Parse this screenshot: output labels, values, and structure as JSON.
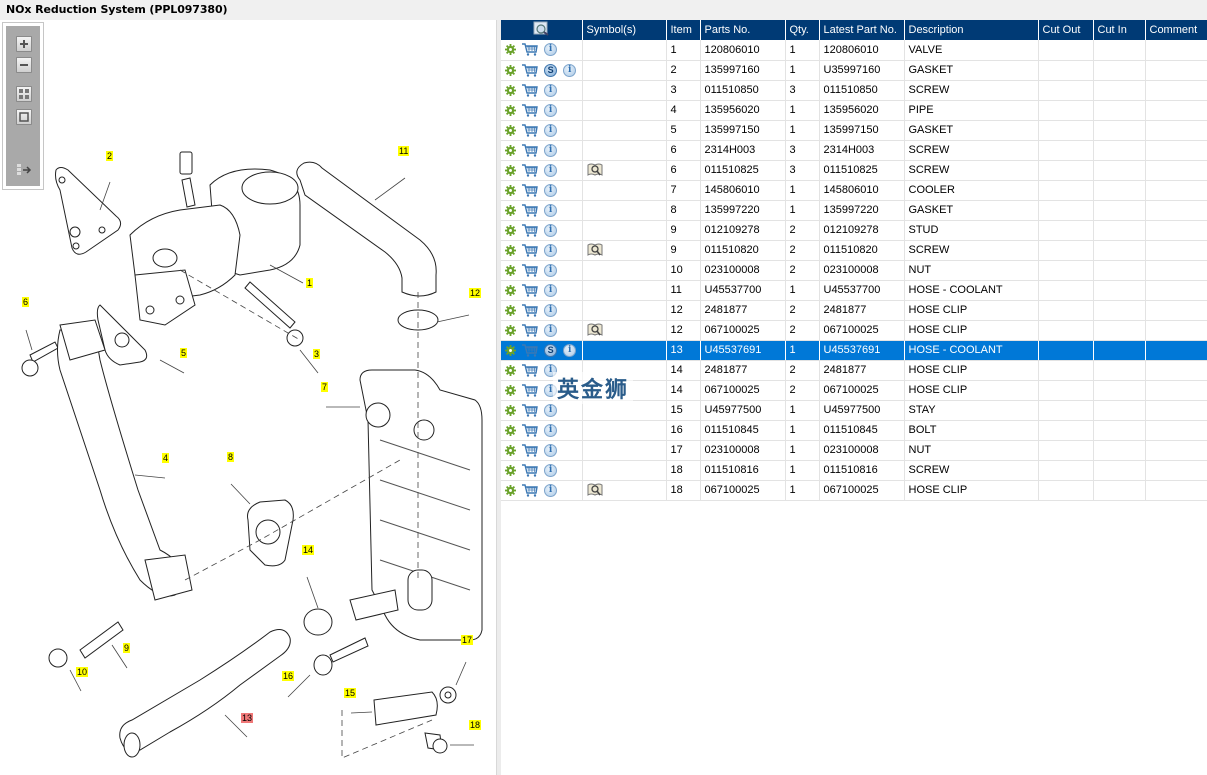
{
  "window": {
    "title": "NOx Reduction System (PPL097380)"
  },
  "toolbar": {
    "buttons": [
      {
        "name": "zoom-in-button",
        "icon": "plus-icon"
      },
      {
        "name": "zoom-out-button",
        "icon": "minus-icon"
      },
      {
        "name": "fit-all-button",
        "icon": "grid-icon"
      },
      {
        "name": "actual-size-button",
        "icon": "square-icon"
      },
      {
        "name": "export-button",
        "icon": "list-arrow-icon"
      }
    ]
  },
  "diagram": {
    "callouts": [
      {
        "label": "1",
        "selected": false
      },
      {
        "label": "2",
        "selected": false
      },
      {
        "label": "3",
        "selected": false
      },
      {
        "label": "4",
        "selected": false
      },
      {
        "label": "5",
        "selected": false
      },
      {
        "label": "6",
        "selected": false
      },
      {
        "label": "7",
        "selected": false
      },
      {
        "label": "8",
        "selected": false
      },
      {
        "label": "9",
        "selected": false
      },
      {
        "label": "10",
        "selected": false
      },
      {
        "label": "11",
        "selected": false
      },
      {
        "label": "12",
        "selected": false
      },
      {
        "label": "13",
        "selected": true
      },
      {
        "label": "14",
        "selected": false
      },
      {
        "label": "15",
        "selected": false
      },
      {
        "label": "16",
        "selected": false
      },
      {
        "label": "17",
        "selected": false
      },
      {
        "label": "18",
        "selected": false
      }
    ]
  },
  "table": {
    "header_icon": "search-view-icon",
    "columns": [
      "Symbol(s)",
      "Item",
      "Parts No.",
      "Qty.",
      "Latest Part No.",
      "Description",
      "Cut Out",
      "Cut In",
      "Comment"
    ],
    "rows": [
      {
        "s": false,
        "symbol": false,
        "item": "1",
        "part": "120806010",
        "qty": "1",
        "latest": "120806010",
        "desc": "VALVE",
        "cutout": "",
        "cutin": "",
        "comment": ""
      },
      {
        "s": true,
        "symbol": false,
        "item": "2",
        "part": "135997160",
        "qty": "1",
        "latest": "U35997160",
        "desc": "GASKET",
        "cutout": "",
        "cutin": "",
        "comment": ""
      },
      {
        "s": false,
        "symbol": false,
        "item": "3",
        "part": "011510850",
        "qty": "3",
        "latest": "011510850",
        "desc": "SCREW",
        "cutout": "",
        "cutin": "",
        "comment": ""
      },
      {
        "s": false,
        "symbol": false,
        "item": "4",
        "part": "135956020",
        "qty": "1",
        "latest": "135956020",
        "desc": "PIPE",
        "cutout": "",
        "cutin": "",
        "comment": ""
      },
      {
        "s": false,
        "symbol": false,
        "item": "5",
        "part": "135997150",
        "qty": "1",
        "latest": "135997150",
        "desc": "GASKET",
        "cutout": "",
        "cutin": "",
        "comment": ""
      },
      {
        "s": false,
        "symbol": false,
        "item": "6",
        "part": "2314H003",
        "qty": "3",
        "latest": "2314H003",
        "desc": "SCREW",
        "cutout": "",
        "cutin": "",
        "comment": ""
      },
      {
        "s": false,
        "symbol": true,
        "item": "6",
        "part": "011510825",
        "qty": "3",
        "latest": "011510825",
        "desc": "SCREW",
        "cutout": "",
        "cutin": "",
        "comment": ""
      },
      {
        "s": false,
        "symbol": false,
        "item": "7",
        "part": "145806010",
        "qty": "1",
        "latest": "145806010",
        "desc": "COOLER",
        "cutout": "",
        "cutin": "",
        "comment": ""
      },
      {
        "s": false,
        "symbol": false,
        "item": "8",
        "part": "135997220",
        "qty": "1",
        "latest": "135997220",
        "desc": "GASKET",
        "cutout": "",
        "cutin": "",
        "comment": ""
      },
      {
        "s": false,
        "symbol": false,
        "item": "9",
        "part": "012109278",
        "qty": "2",
        "latest": "012109278",
        "desc": "STUD",
        "cutout": "",
        "cutin": "",
        "comment": ""
      },
      {
        "s": false,
        "symbol": true,
        "item": "9",
        "part": "011510820",
        "qty": "2",
        "latest": "011510820",
        "desc": "SCREW",
        "cutout": "",
        "cutin": "",
        "comment": ""
      },
      {
        "s": false,
        "symbol": false,
        "item": "10",
        "part": "023100008",
        "qty": "2",
        "latest": "023100008",
        "desc": "NUT",
        "cutout": "",
        "cutin": "",
        "comment": ""
      },
      {
        "s": false,
        "symbol": false,
        "item": "11",
        "part": "U45537700",
        "qty": "1",
        "latest": "U45537700",
        "desc": "HOSE - COOLANT",
        "cutout": "",
        "cutin": "",
        "comment": ""
      },
      {
        "s": false,
        "symbol": false,
        "item": "12",
        "part": "2481877",
        "qty": "2",
        "latest": "2481877",
        "desc": "HOSE CLIP",
        "cutout": "",
        "cutin": "",
        "comment": ""
      },
      {
        "s": false,
        "symbol": true,
        "item": "12",
        "part": "067100025",
        "qty": "2",
        "latest": "067100025",
        "desc": "HOSE CLIP",
        "cutout": "",
        "cutin": "",
        "comment": ""
      },
      {
        "s": true,
        "symbol": false,
        "item": "13",
        "part": "U45537691",
        "qty": "1",
        "latest": "U45537691",
        "desc": "HOSE - COOLANT",
        "cutout": "",
        "cutin": "",
        "comment": "",
        "selected": true
      },
      {
        "s": false,
        "symbol": false,
        "item": "14",
        "part": "2481877",
        "qty": "2",
        "latest": "2481877",
        "desc": "HOSE CLIP",
        "cutout": "",
        "cutin": "",
        "comment": ""
      },
      {
        "s": false,
        "symbol": false,
        "item": "14",
        "part": "067100025",
        "qty": "2",
        "latest": "067100025",
        "desc": "HOSE CLIP",
        "cutout": "",
        "cutin": "",
        "comment": ""
      },
      {
        "s": false,
        "symbol": false,
        "item": "15",
        "part": "U45977500",
        "qty": "1",
        "latest": "U45977500",
        "desc": "STAY",
        "cutout": "",
        "cutin": "",
        "comment": ""
      },
      {
        "s": false,
        "symbol": false,
        "item": "16",
        "part": "011510845",
        "qty": "1",
        "latest": "011510845",
        "desc": "BOLT",
        "cutout": "",
        "cutin": "",
        "comment": ""
      },
      {
        "s": false,
        "symbol": false,
        "item": "17",
        "part": "023100008",
        "qty": "1",
        "latest": "023100008",
        "desc": "NUT",
        "cutout": "",
        "cutin": "",
        "comment": ""
      },
      {
        "s": false,
        "symbol": false,
        "item": "18",
        "part": "011510816",
        "qty": "1",
        "latest": "011510816",
        "desc": "SCREW",
        "cutout": "",
        "cutin": "",
        "comment": ""
      },
      {
        "s": false,
        "symbol": true,
        "item": "18",
        "part": "067100025",
        "qty": "1",
        "latest": "067100025",
        "desc": "HOSE CLIP",
        "cutout": "",
        "cutin": "",
        "comment": ""
      }
    ]
  },
  "watermark": "英金狮",
  "colors": {
    "header_bg": "#003a75",
    "selected_row": "#0078d7",
    "callout": "#ffff00",
    "callout_selected": "#f07878",
    "gear_green": "#6aa22a",
    "cart_blue": "#3c78b4"
  }
}
